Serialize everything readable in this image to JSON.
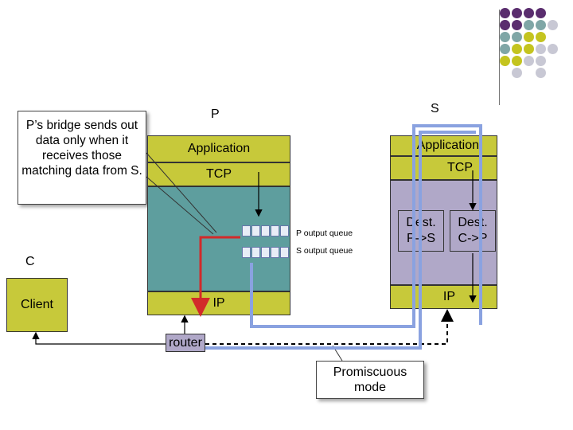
{
  "labels": {
    "p": "P",
    "s": "S",
    "c": "C",
    "p_application": "Application",
    "p_tcp": "TCP",
    "p_ip": "IP",
    "s_application": "Application",
    "s_tcp": "TCP",
    "s_dest1": "Dest.\nP->S",
    "s_dest2": "Dest.\nC->P",
    "s_ip": "IP",
    "client": "Client",
    "router": "router",
    "p_output_queue": "P output queue",
    "s_output_queue": "S output queue"
  },
  "callouts": {
    "bridge_note": "P’s bridge sends out data only when it receives those matching data from S.",
    "promiscuous_note": "Promiscuous mode"
  },
  "colors": {
    "olive": "#c7c93a",
    "teal": "#5e9e9e",
    "lavender": "#b0a8c8",
    "purple": "#5a2d6e",
    "blue_path": "#8aa2e0",
    "red_path": "#d22a2a"
  },
  "decoration": {
    "grid_colors": [
      [
        "#5a2d6e",
        "#5a2d6e",
        "#5a2d6e",
        "#5a2d6e",
        null
      ],
      [
        "#5a2d6e",
        "#5a2d6e",
        "#7fa6a6",
        "#7fa6a6",
        "#c8c8d4"
      ],
      [
        "#7fa6a6",
        "#7fa6a6",
        "#c4c41f",
        "#c4c41f",
        "#ffffff"
      ],
      [
        "#7fa6a6",
        "#c4c41f",
        "#c4c41f",
        "#c8c8d4",
        "#c8c8d4"
      ],
      [
        "#c4c41f",
        "#c4c41f",
        "#c8c8d4",
        "#c8c8d4",
        null
      ],
      [
        null,
        "#c8c8d4",
        null,
        "#c8c8d4",
        null
      ]
    ]
  }
}
